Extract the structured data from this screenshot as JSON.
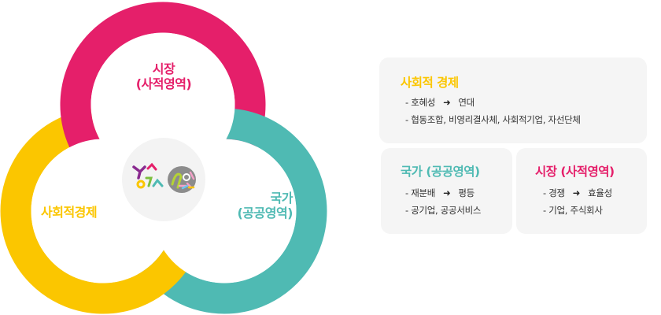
{
  "colors": {
    "market": "#e51f6a",
    "state": "#4fbab3",
    "social": "#fbc600",
    "center": "#f3f3f3",
    "card": "#f5f5f5"
  },
  "diagram": {
    "market_label": [
      "시장",
      "(사적영역)"
    ],
    "state_label": [
      "국가",
      "(공공영역)"
    ],
    "social_label": "사회적경제",
    "center_logos": [
      "cooperative-logo",
      "social-economy-logo"
    ]
  },
  "cards": {
    "social": {
      "title": "사회적 경제",
      "items": [
        {
          "from": "호혜성",
          "to": "연대"
        },
        {
          "text": "협동조합, 비영리결사체, 사회적기업, 자선단체"
        }
      ]
    },
    "state": {
      "title": "국가 (공공영역)",
      "items": [
        {
          "from": "재분배",
          "to": "평등"
        },
        {
          "text": "공기업, 공공서비스"
        }
      ]
    },
    "market": {
      "title": "시장 (사적영역)",
      "items": [
        {
          "from": "경쟁",
          "to": "효율성"
        },
        {
          "text": "기업, 주식회사"
        }
      ]
    }
  },
  "arrow_icon": "➜"
}
